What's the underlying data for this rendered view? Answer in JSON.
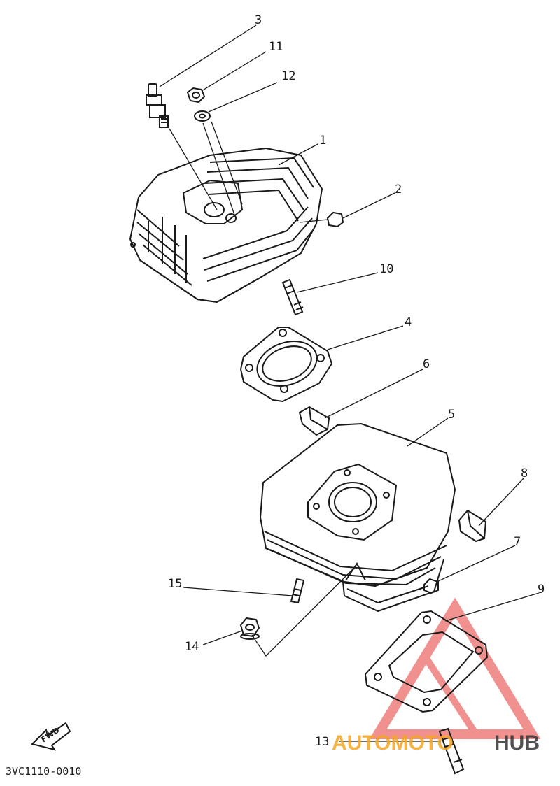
{
  "diagram": {
    "part_code": "3VC1110-0010",
    "fwd_label": "FWD",
    "callouts": [
      "1",
      "2",
      "3",
      "4",
      "5",
      "6",
      "7",
      "8",
      "9",
      "10",
      "11",
      "12",
      "13",
      "14",
      "15"
    ]
  },
  "watermark": {
    "text_left": "AUTOMOTO",
    "text_right": "HUB",
    "color_left": "#f5a623",
    "color_right": "#333333",
    "triangle_color": "#e53935"
  }
}
